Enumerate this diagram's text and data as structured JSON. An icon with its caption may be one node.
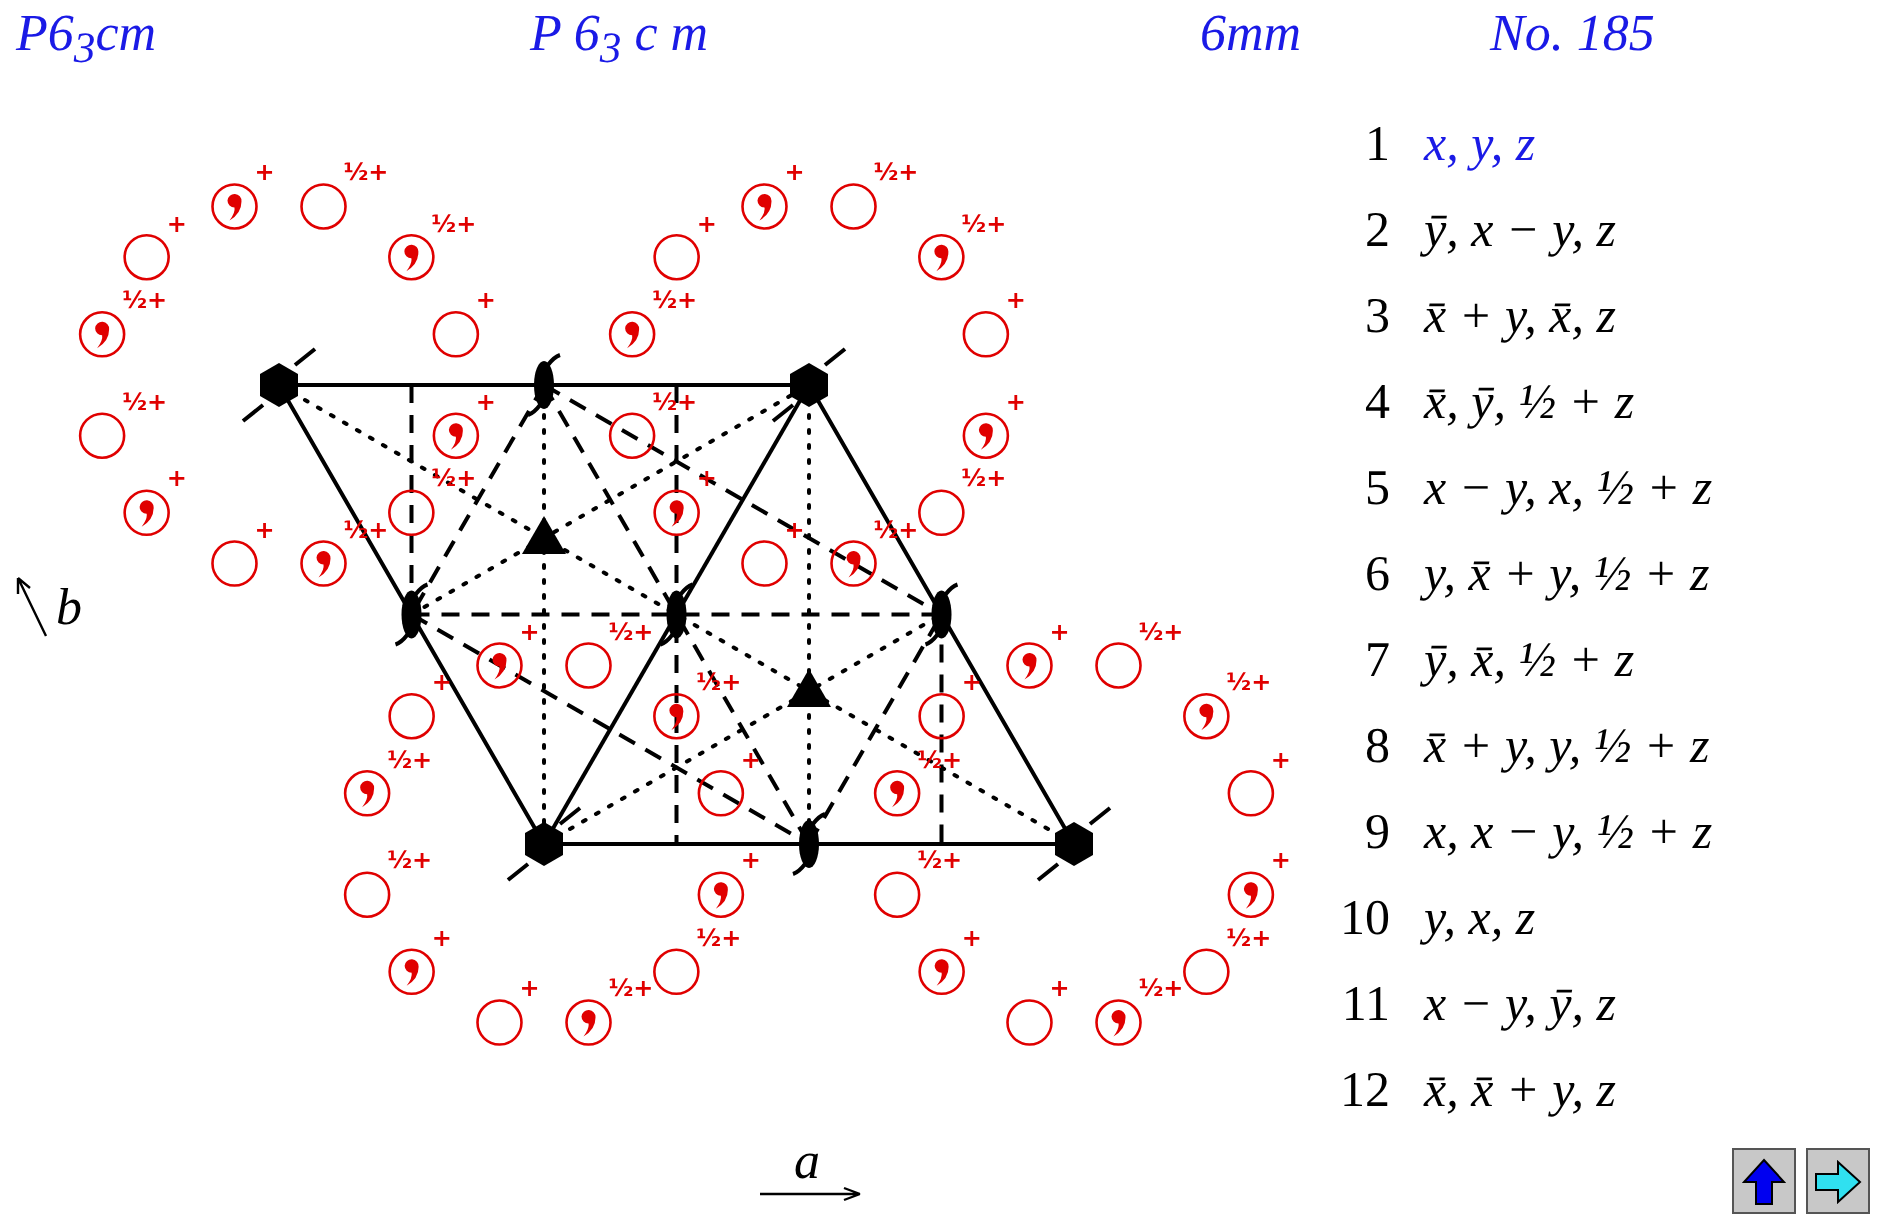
{
  "diagram": {
    "labels": [
      "P6$_{3}$cm",
      "P 6$_{3}$ c m",
      "6mm",
      "No. 185",
      "1",
      "x, y, z",
      "2",
      "ȳ, x − y, z",
      "3",
      "x̄ + y, x̄, z",
      "4",
      "x̄, ȳ, ½ + z",
      "5",
      "x − y, x, ½ + z",
      "6",
      "y, x̄ + y, ½ + z",
      "7",
      "ȳ, x̄, ½ + z",
      "8",
      "x̄ + y, y, ½ + z",
      "9",
      "x, x − y, ½ + z",
      "10",
      "y, x, z",
      "11",
      "x − y, ȳ, z",
      "12",
      "x̄, x̄ + y, z",
      "b",
      "a",
      "+",
      "½+",
      "+",
      "½+",
      "+",
      "½+",
      "+",
      "½+",
      "+",
      "½+",
      "+",
      "½+",
      "+",
      "½+",
      "+",
      "½+",
      "+",
      "½+",
      "+",
      "½+",
      "+",
      "½+",
      "+",
      "½+",
      "+",
      "½+",
      "+",
      "½+",
      "+",
      "½+",
      "+",
      "½+",
      "+",
      "½+",
      "+",
      "½+",
      "+",
      "½+",
      "+",
      "½+",
      "+",
      "½+",
      "+",
      "½+",
      "+",
      "½+",
      "+",
      "½+"
    ]
  }
}
